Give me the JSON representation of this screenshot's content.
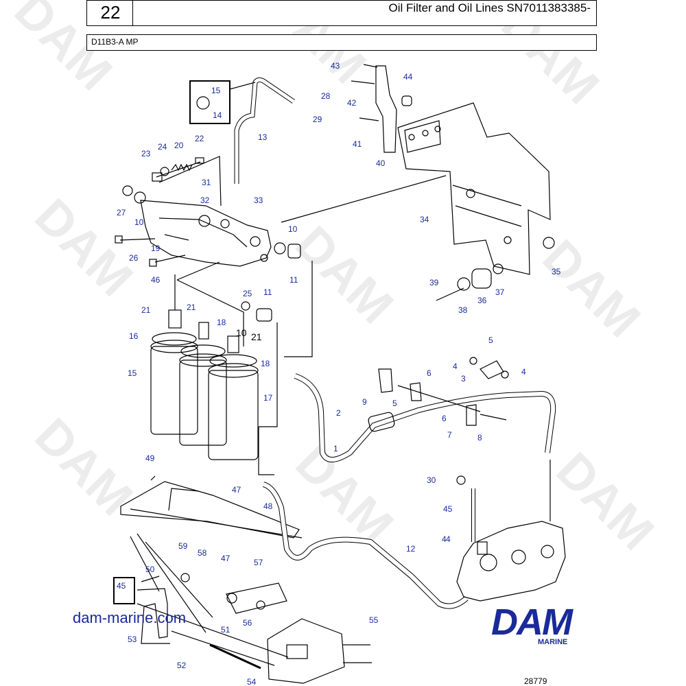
{
  "header": {
    "page_number": "22",
    "title": "Oil Filter and Oil Lines SN7011383385-",
    "model": "D11B3-A MP"
  },
  "watermark": "DAM",
  "diagram": {
    "callouts": [
      "1",
      "2",
      "3",
      "4",
      "5",
      "6",
      "7",
      "8",
      "9",
      "10",
      "11",
      "12",
      "13",
      "14",
      "15",
      "16",
      "17",
      "18",
      "19",
      "20",
      "21",
      "22",
      "23",
      "24",
      "25",
      "26",
      "27",
      "28",
      "29",
      "30",
      "31",
      "32",
      "33",
      "34",
      "35",
      "36",
      "37",
      "38",
      "39",
      "40",
      "41",
      "42",
      "43",
      "44",
      "45",
      "46",
      "47",
      "48",
      "49",
      "50",
      "51",
      "52",
      "53",
      "54",
      "55",
      "56",
      "57",
      "58",
      "59"
    ],
    "black_callout_a": "10",
    "black_callout_b": "21"
  },
  "footer": {
    "website": "dam-marine.com",
    "brand": "DAM",
    "brand_sub": "MARINE",
    "reference": "28779"
  },
  "colors": {
    "callout": "#1a2a9a",
    "line": "#000000"
  }
}
